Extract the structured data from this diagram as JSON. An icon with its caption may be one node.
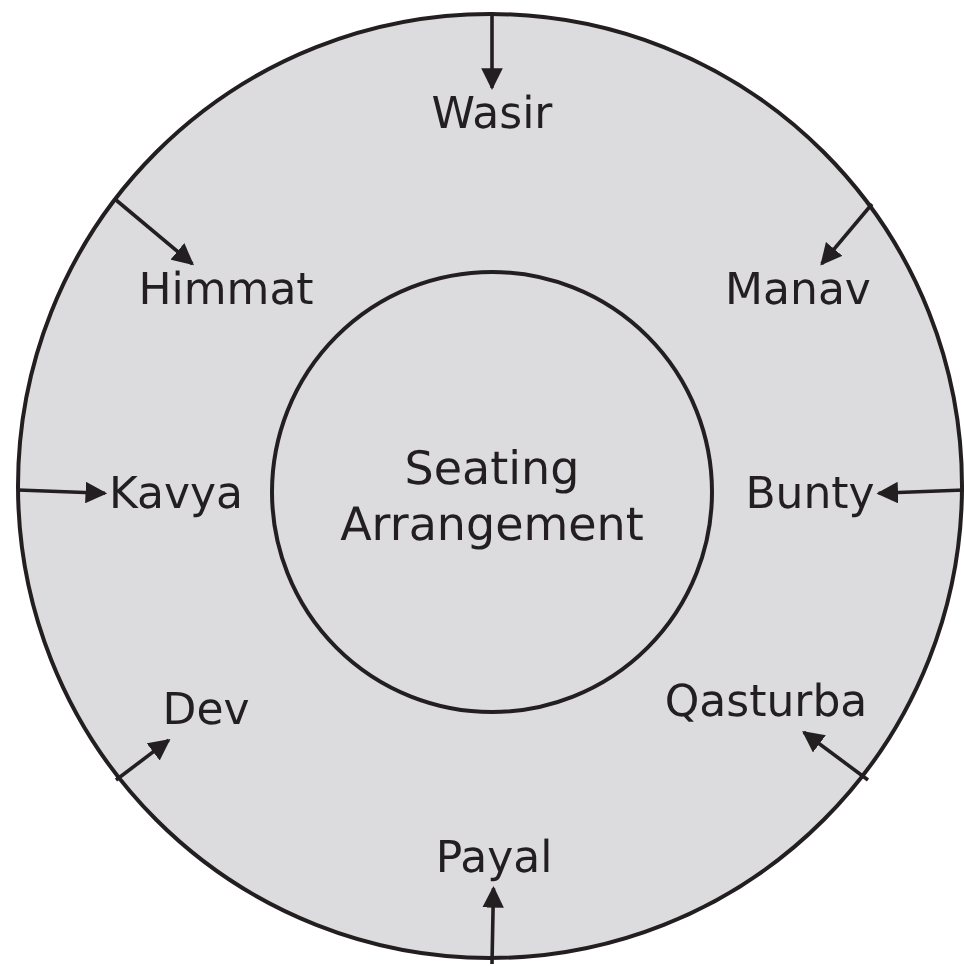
{
  "diagram": {
    "nodes": [
      {
        "text": [],
        "shape": "circle"
      },
      {
        "text": [
          "Seating Arrangement"
        ],
        "in": 0
      },
      {
        "text": [
          "Wasir"
        ],
        "in": 0
      },
      {
        "text": [
          "Himmat"
        ],
        "in": 0
      },
      {
        "text": [
          "Manav"
        ],
        "in": 0
      },
      {
        "text": [
          "Kavya"
        ],
        "in": 0
      },
      {
        "text": [
          "Bunty"
        ],
        "in": 0
      },
      {
        "text": [
          "Dev"
        ],
        "in": 0
      },
      {
        "text": [
          "Qasturba"
        ],
        "in": 0
      },
      {
        "text": [
          "Payal"
        ],
        "in": 0
      }
    ],
    "edges": [
      {
        "from": null,
        "to": 2,
        "arrow": "to"
      },
      {
        "from": null,
        "to": 3,
        "arrow": "to"
      },
      {
        "from": null,
        "to": 4,
        "arrow": "to"
      },
      {
        "from": null,
        "to": 5,
        "arrow": "to"
      },
      {
        "from": null,
        "to": 6,
        "arrow": "to"
      },
      {
        "from": null,
        "to": 7,
        "arrow": "to"
      },
      {
        "from": null,
        "to": 8,
        "arrow": "to"
      },
      {
        "from": null,
        "to": 9,
        "arrow": "to"
      }
    ]
  }
}
